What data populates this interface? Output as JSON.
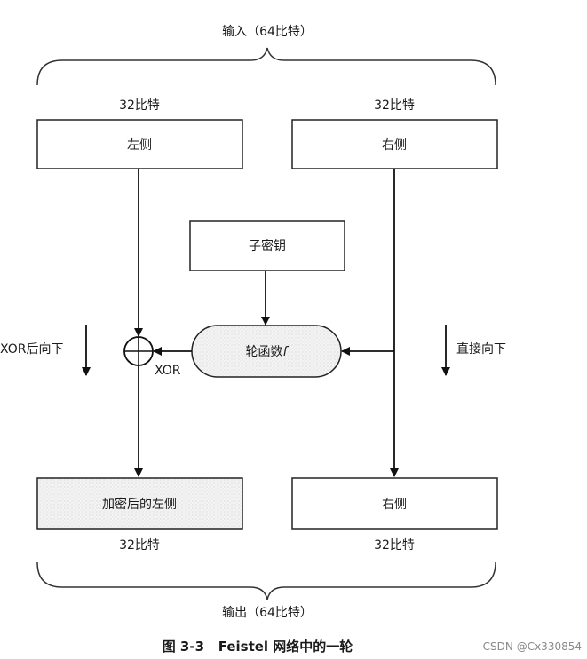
{
  "top_brace_label": "输入（64比特）",
  "bottom_brace_label": "输出（64比特）",
  "bits_left_top": "32比特",
  "bits_right_top": "32比特",
  "bits_left_bottom": "32比特",
  "bits_right_bottom": "32比特",
  "box_left": "左侧",
  "box_right": "右侧",
  "box_subkey": "子密钥",
  "round_function": "轮函数",
  "round_function_symbol": "f",
  "box_encrypted_left": "加密后的左侧",
  "box_right_out": "右侧",
  "xor_label": "XOR",
  "left_note": "XOR后向下",
  "right_note": "直接向下",
  "caption": "图 3-3   Feistel 网络中的一轮",
  "watermark": "CSDN @Cx330854"
}
